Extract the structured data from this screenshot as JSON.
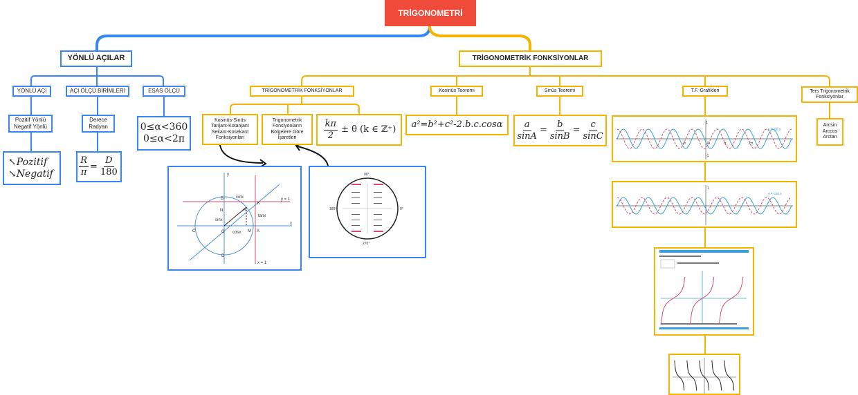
{
  "root": "TRİGONOMETRİ",
  "left": {
    "title": "YÖNLÜ AÇILAR",
    "c1": {
      "label": "YÖNLÜ AÇI",
      "sub": [
        "Pozitif Yönlü",
        "Negatif Yönlü"
      ],
      "leaf": [
        "↖Pozitif",
        "↘Negatif"
      ]
    },
    "c2": {
      "label": "AÇI ÖLÇÜ BİRİMLERİ",
      "sub": [
        "Derece",
        "Radyan"
      ],
      "formula": {
        "r_num": "R",
        "r_den": "π",
        "eq": "=",
        "d_num": "D",
        "d_den": "180"
      }
    },
    "c3": {
      "label": "ESAS ÖLÇÜ",
      "lines": [
        "0≤α<360",
        "0≤α<2π"
      ]
    }
  },
  "right": {
    "title": "TRİGONOMETRİK FONKSİYONLAR",
    "tf": {
      "label": "TRİGONOMETRİK FONKSİYONLAR",
      "kc": [
        "Kosinüs-Sinüs",
        "Tanjant-Kotanjant",
        "Sekant-Kosekant",
        "Fonksiyonları"
      ],
      "bolge": [
        "Trigonometrik",
        "Fonsiyonların",
        "Bölgelere Göre",
        "İşaretleri"
      ],
      "kpi": {
        "num": "kπ",
        "den": "2",
        "rest": "± θ (k ∈ ℤ⁺)"
      }
    },
    "cos": {
      "label": "Kosinüs Teoremi",
      "formula": "a²=b²+c²-2.b.c.cosα"
    },
    "sin": {
      "label": "Sinüs Teoremi",
      "a": "a",
      "sa": "sinA",
      "b": "b",
      "sb": "sinB",
      "c": "c",
      "sc": "sinC",
      "eq": "="
    },
    "graf": {
      "label": "T.F. Grafikleri"
    },
    "ters": {
      "label": [
        "Ters Trigonometrik",
        "Fonksiyonlar"
      ],
      "items": [
        "Arcsin",
        "Arccos",
        "Arctan"
      ]
    }
  },
  "unit_circle": {
    "y": "y",
    "x": "x",
    "B": "B",
    "K": "K",
    "N": "N",
    "R": "R",
    "O": "O",
    "M": "M",
    "A": "A",
    "C": "C",
    "D": "D",
    "cotx": "cotx",
    "sinx": "sinx",
    "cosx": "cosx",
    "tanx": "tanx",
    "x1": "x",
    "y1": "y = 1",
    "xline": "x = 1"
  },
  "sign_circle": {
    "top": "90°",
    "bottom": "270°",
    "left": "180°",
    "right": "0°"
  },
  "graphs": {
    "legend1": "y = sin x",
    "legend2": "y = cos x",
    "one": "1",
    "minus_one": "-1",
    "o": "O",
    "pi": "π",
    "two_pi": "2π",
    "minus_pi": "-π"
  },
  "colors": {
    "blue": "#3a86f0",
    "gold": "#f5b400",
    "root": "#f04a3a"
  }
}
